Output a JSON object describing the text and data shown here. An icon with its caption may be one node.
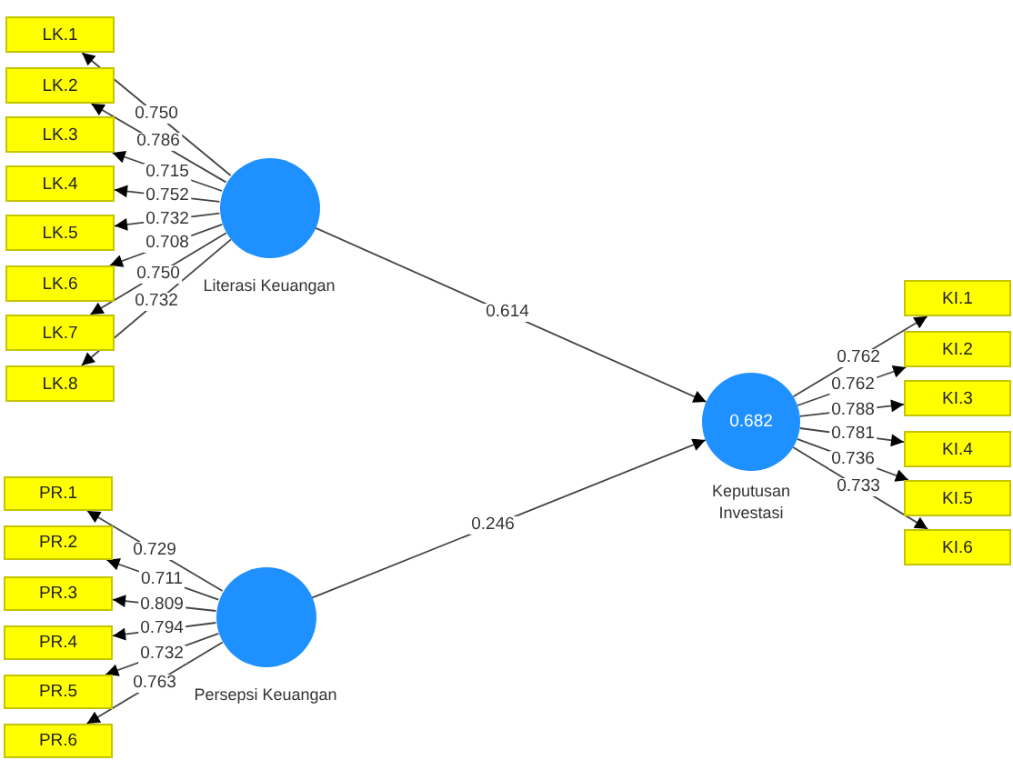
{
  "diagram": {
    "nodes": [
      {
        "text": [
          "LK.1"
        ]
      },
      {
        "text": [
          "LK.2"
        ]
      },
      {
        "text": [
          "LK.3"
        ]
      },
      {
        "text": [
          "LK.4"
        ]
      },
      {
        "text": [
          "LK.5"
        ]
      },
      {
        "text": [
          "LK.6"
        ]
      },
      {
        "text": [
          "LK.7"
        ]
      },
      {
        "text": [
          "LK.8"
        ]
      },
      {
        "text": [
          "Literasi Keuangan"
        ]
      },
      {
        "text": [
          "0.682",
          "Keputusan Investasi"
        ]
      },
      {
        "text": [
          "KI.1"
        ]
      },
      {
        "text": [
          "KI.2"
        ]
      },
      {
        "text": [
          "KI.3"
        ]
      },
      {
        "text": [
          "KI.4"
        ]
      },
      {
        "text": [
          "KI.5"
        ]
      },
      {
        "text": [
          "KI.6"
        ]
      },
      {
        "text": [
          "PR.1"
        ]
      },
      {
        "text": [
          "PR.2"
        ]
      },
      {
        "text": [
          "PR.3"
        ]
      },
      {
        "text": [
          "PR.4"
        ]
      },
      {
        "text": [
          "PR.5"
        ]
      },
      {
        "text": [
          "PR.6"
        ]
      },
      {
        "text": [
          "Persepsi Keuangan"
        ]
      }
    ],
    "edges": [
      {
        "from": 8,
        "to": 0,
        "arrow": "to",
        "label": "0.750"
      },
      {
        "from": 8,
        "to": 1,
        "arrow": "to",
        "label": "0.786"
      },
      {
        "from": 8,
        "to": 2,
        "arrow": "to",
        "label": "0.715"
      },
      {
        "from": 8,
        "to": 3,
        "arrow": "to",
        "label": "0.752"
      },
      {
        "from": 8,
        "to": 4,
        "arrow": "to",
        "label": "0.732"
      },
      {
        "from": 8,
        "to": 5,
        "arrow": "to",
        "label": "0.708"
      },
      {
        "from": 8,
        "to": 6,
        "arrow": "to",
        "label": "0.750"
      },
      {
        "from": 8,
        "to": 7,
        "arrow": "to",
        "label": "0.732"
      },
      {
        "from": 8,
        "to": 9,
        "arrow": "to",
        "label": "0.614"
      },
      {
        "from": 22,
        "to": 9,
        "arrow": "to",
        "label": "0.246"
      },
      {
        "from": 9,
        "to": 10,
        "arrow": "to",
        "label": "0.762"
      },
      {
        "from": 9,
        "to": 11,
        "arrow": "to",
        "label": "0.762"
      },
      {
        "from": 9,
        "to": 12,
        "arrow": "to",
        "label": "0.788"
      },
      {
        "from": 9,
        "to": 13,
        "arrow": "to",
        "label": "0.781"
      },
      {
        "from": 9,
        "to": 14,
        "arrow": "to",
        "label": "0.736"
      },
      {
        "from": 9,
        "to": 15,
        "arrow": "to",
        "label": "0.733"
      },
      {
        "from": 22,
        "to": 16,
        "arrow": "to",
        "label": "0.729"
      },
      {
        "from": 22,
        "to": 17,
        "arrow": "to",
        "label": "0.711"
      },
      {
        "from": 22,
        "to": 18,
        "arrow": "to",
        "label": "0.809"
      },
      {
        "from": 22,
        "to": 19,
        "arrow": "to",
        "label": "0.794"
      },
      {
        "from": 22,
        "to": 20,
        "arrow": "to",
        "label": "0.732"
      },
      {
        "from": 22,
        "to": 21,
        "arrow": "to",
        "label": "0.763"
      }
    ]
  }
}
